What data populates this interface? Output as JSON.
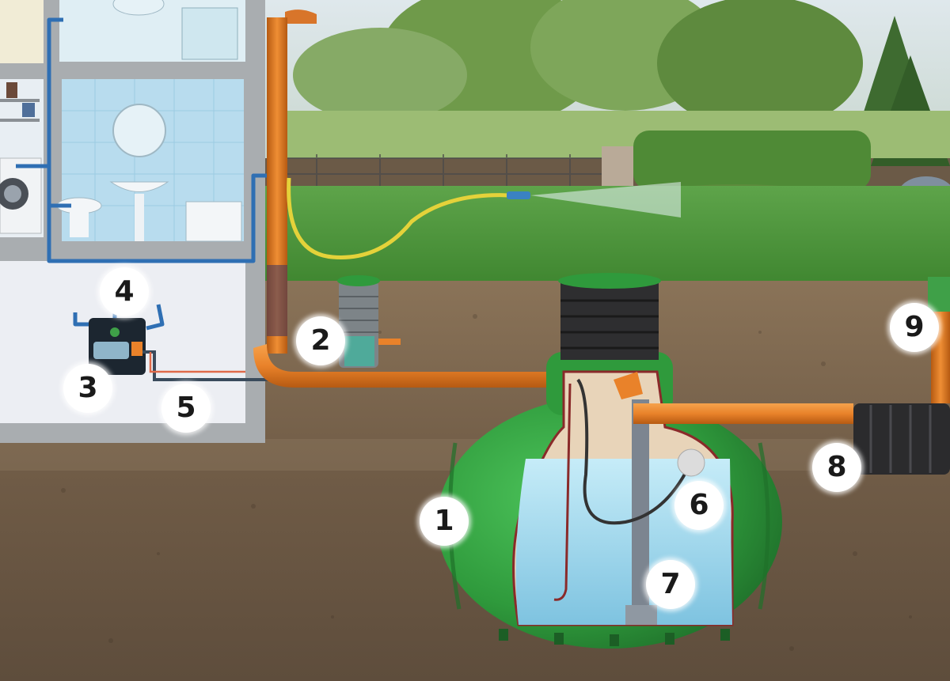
{
  "callouts": {
    "c1": "1",
    "c2": "2",
    "c3": "3",
    "c4": "4",
    "c5": "5",
    "c6": "6",
    "c7": "7",
    "c8": "8",
    "c9": "9"
  },
  "colors": {
    "tank_green": "#2f9a3c",
    "pipe_orange": "#e9822a",
    "water_blue": "#9fd8ee",
    "soil_brown": "#6b5a47",
    "lawn_green": "#4f9a3a",
    "hose_yellow": "#e4d23a",
    "house_pipe_blue": "#2f6fb3"
  }
}
